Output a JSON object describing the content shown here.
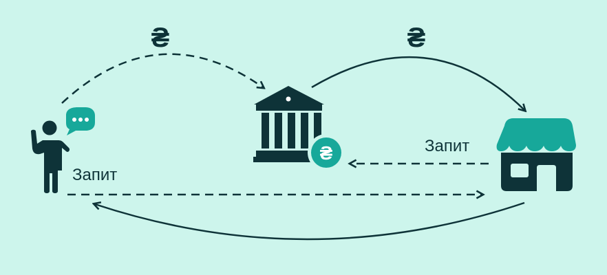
{
  "colors": {
    "background": "#cdf5ec",
    "dark": "#0e3338",
    "accent": "#17a89a",
    "white": "#ffffff"
  },
  "nodes": [
    {
      "id": "customer",
      "icon": "person-with-speech-bubble-icon"
    },
    {
      "id": "bank",
      "icon": "bank-with-hryvnia-badge-icon",
      "badge": "₴"
    },
    {
      "id": "shop",
      "icon": "shop-storefront-icon"
    }
  ],
  "labels": {
    "currency_left": "₴",
    "currency_right": "₴",
    "request_customer": "Запит",
    "request_shop": "Запит"
  },
  "arrows": [
    {
      "from": "customer",
      "to": "bank",
      "style": "dashed",
      "label": "₴"
    },
    {
      "from": "bank",
      "to": "shop",
      "style": "solid",
      "label": "₴"
    },
    {
      "from": "shop",
      "to": "bank",
      "style": "dashed",
      "label": "Запит"
    },
    {
      "from": "customer",
      "to": "shop",
      "style": "dashed",
      "label": "Запит"
    },
    {
      "from": "shop",
      "to": "customer",
      "style": "solid",
      "label": ""
    }
  ]
}
